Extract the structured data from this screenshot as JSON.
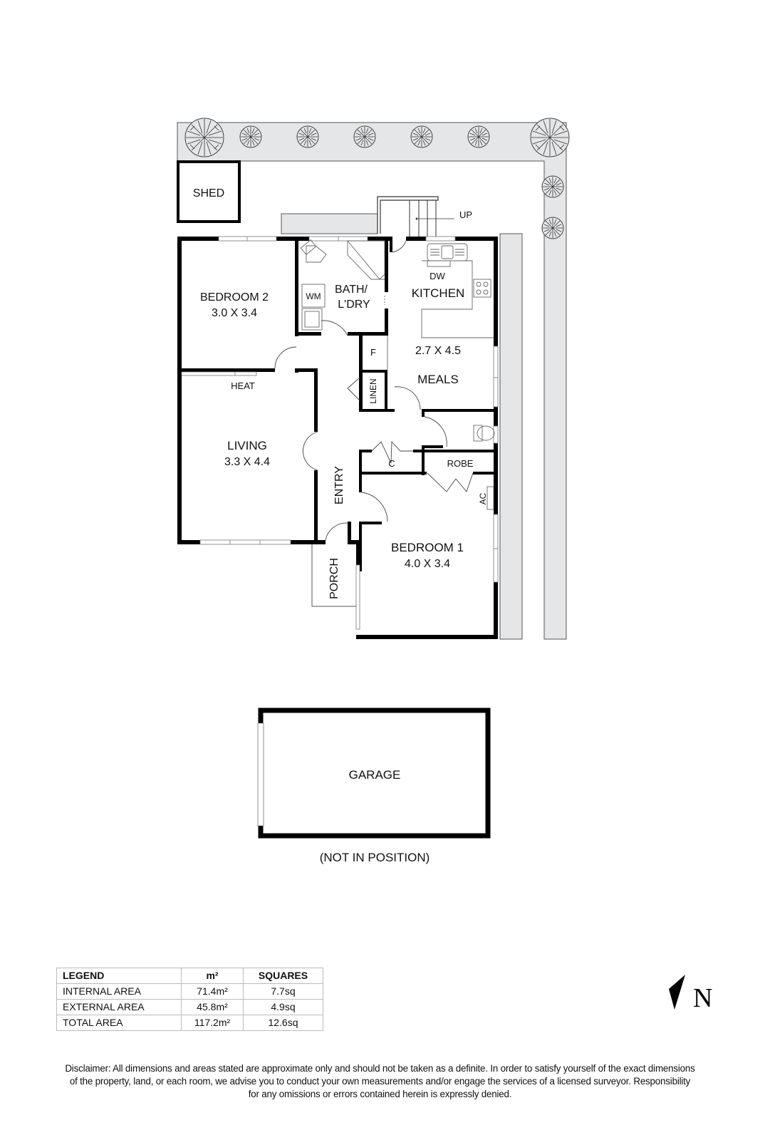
{
  "floorplan": {
    "rooms": {
      "shed": {
        "name": "SHED"
      },
      "bedroom2": {
        "name": "BEDROOM 2",
        "dims": "3.0 X 3.4"
      },
      "bath": {
        "line1": "BATH/",
        "line2": "L'DRY"
      },
      "wm": {
        "name": "WM"
      },
      "kitchen": {
        "name": "KITCHEN",
        "dw": "DW"
      },
      "meals": {
        "name": "MEALS",
        "dims": "2.7 X 4.5"
      },
      "fridge": {
        "name": "F"
      },
      "linen": {
        "name": "LINEN"
      },
      "living": {
        "name": "LIVING",
        "dims": "3.3 X 4.4",
        "heat": "HEAT"
      },
      "entry": {
        "name": "ENTRY"
      },
      "cupboard": {
        "name": "C"
      },
      "robe": {
        "name": "ROBE"
      },
      "ac": {
        "name": "AC"
      },
      "bedroom1": {
        "name": "BEDROOM 1",
        "dims": "4.0 X 3.4"
      },
      "porch": {
        "name": "PORCH"
      },
      "garage": {
        "name": "GARAGE",
        "note": "(NOT IN POSITION)"
      }
    },
    "stairs_label": "UP",
    "colors": {
      "wall": "#000000",
      "garden": "#e5e6e8",
      "line": "#555555"
    }
  },
  "legend": {
    "headers": [
      "LEGEND",
      "m²",
      "SQUARES"
    ],
    "rows": [
      {
        "label": "INTERNAL AREA",
        "m2": "71.4m²",
        "squares": "7.7sq"
      },
      {
        "label": "EXTERNAL AREA",
        "m2": "45.8m²",
        "squares": "4.9sq"
      },
      {
        "label": "TOTAL AREA",
        "m2": "117.2m²",
        "squares": "12.6sq"
      }
    ]
  },
  "compass": {
    "label": "N"
  },
  "disclaimer": {
    "line1": "Disclaimer: All dimensions and areas stated are approximate only and should not be taken as a definite. In order to satisfy yourself of the exact dimensions",
    "line2": "of the property, land, or each room, we advise you to conduct your own measurements and/or engage the services of a licensed surveyor. Responsibility",
    "line3": "for any omissions or errors contained herein is expressly denied."
  }
}
